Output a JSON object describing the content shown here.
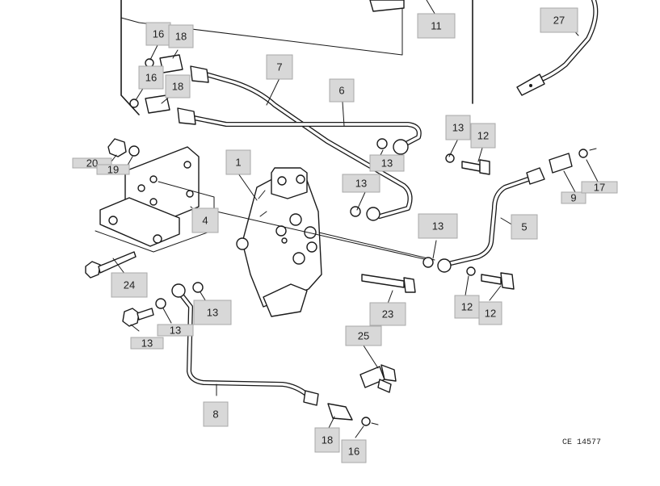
{
  "labels": [
    {
      "id": "l11",
      "text": "11"
    },
    {
      "id": "l27",
      "text": "27"
    },
    {
      "id": "l16a",
      "text": "16"
    },
    {
      "id": "l18a",
      "text": "18"
    },
    {
      "id": "l16b",
      "text": "16"
    },
    {
      "id": "l18b",
      "text": "18"
    },
    {
      "id": "l7",
      "text": "7"
    },
    {
      "id": "l6",
      "text": "6"
    },
    {
      "id": "l13a",
      "text": "13"
    },
    {
      "id": "l12a",
      "text": "12"
    },
    {
      "id": "l20",
      "text": "20"
    },
    {
      "id": "l19",
      "text": "19"
    },
    {
      "id": "l1",
      "text": "1"
    },
    {
      "id": "l13b",
      "text": "13"
    },
    {
      "id": "l13c",
      "text": "13"
    },
    {
      "id": "l4",
      "text": "4"
    },
    {
      "id": "l9",
      "text": "9"
    },
    {
      "id": "l17",
      "text": "17"
    },
    {
      "id": "l5",
      "text": "5"
    },
    {
      "id": "l13d",
      "text": "13"
    },
    {
      "id": "l24",
      "text": "24"
    },
    {
      "id": "l13e",
      "text": "13"
    },
    {
      "id": "l13f",
      "text": "13"
    },
    {
      "id": "l12b",
      "text": "12"
    },
    {
      "id": "l23",
      "text": "23"
    },
    {
      "id": "l13g",
      "text": "13"
    },
    {
      "id": "l12c",
      "text": "12"
    },
    {
      "id": "l25",
      "text": "25"
    },
    {
      "id": "l8",
      "text": "8"
    },
    {
      "id": "l18c",
      "text": "18"
    },
    {
      "id": "l16c",
      "text": "16"
    }
  ],
  "reference_code": "CE 14577"
}
